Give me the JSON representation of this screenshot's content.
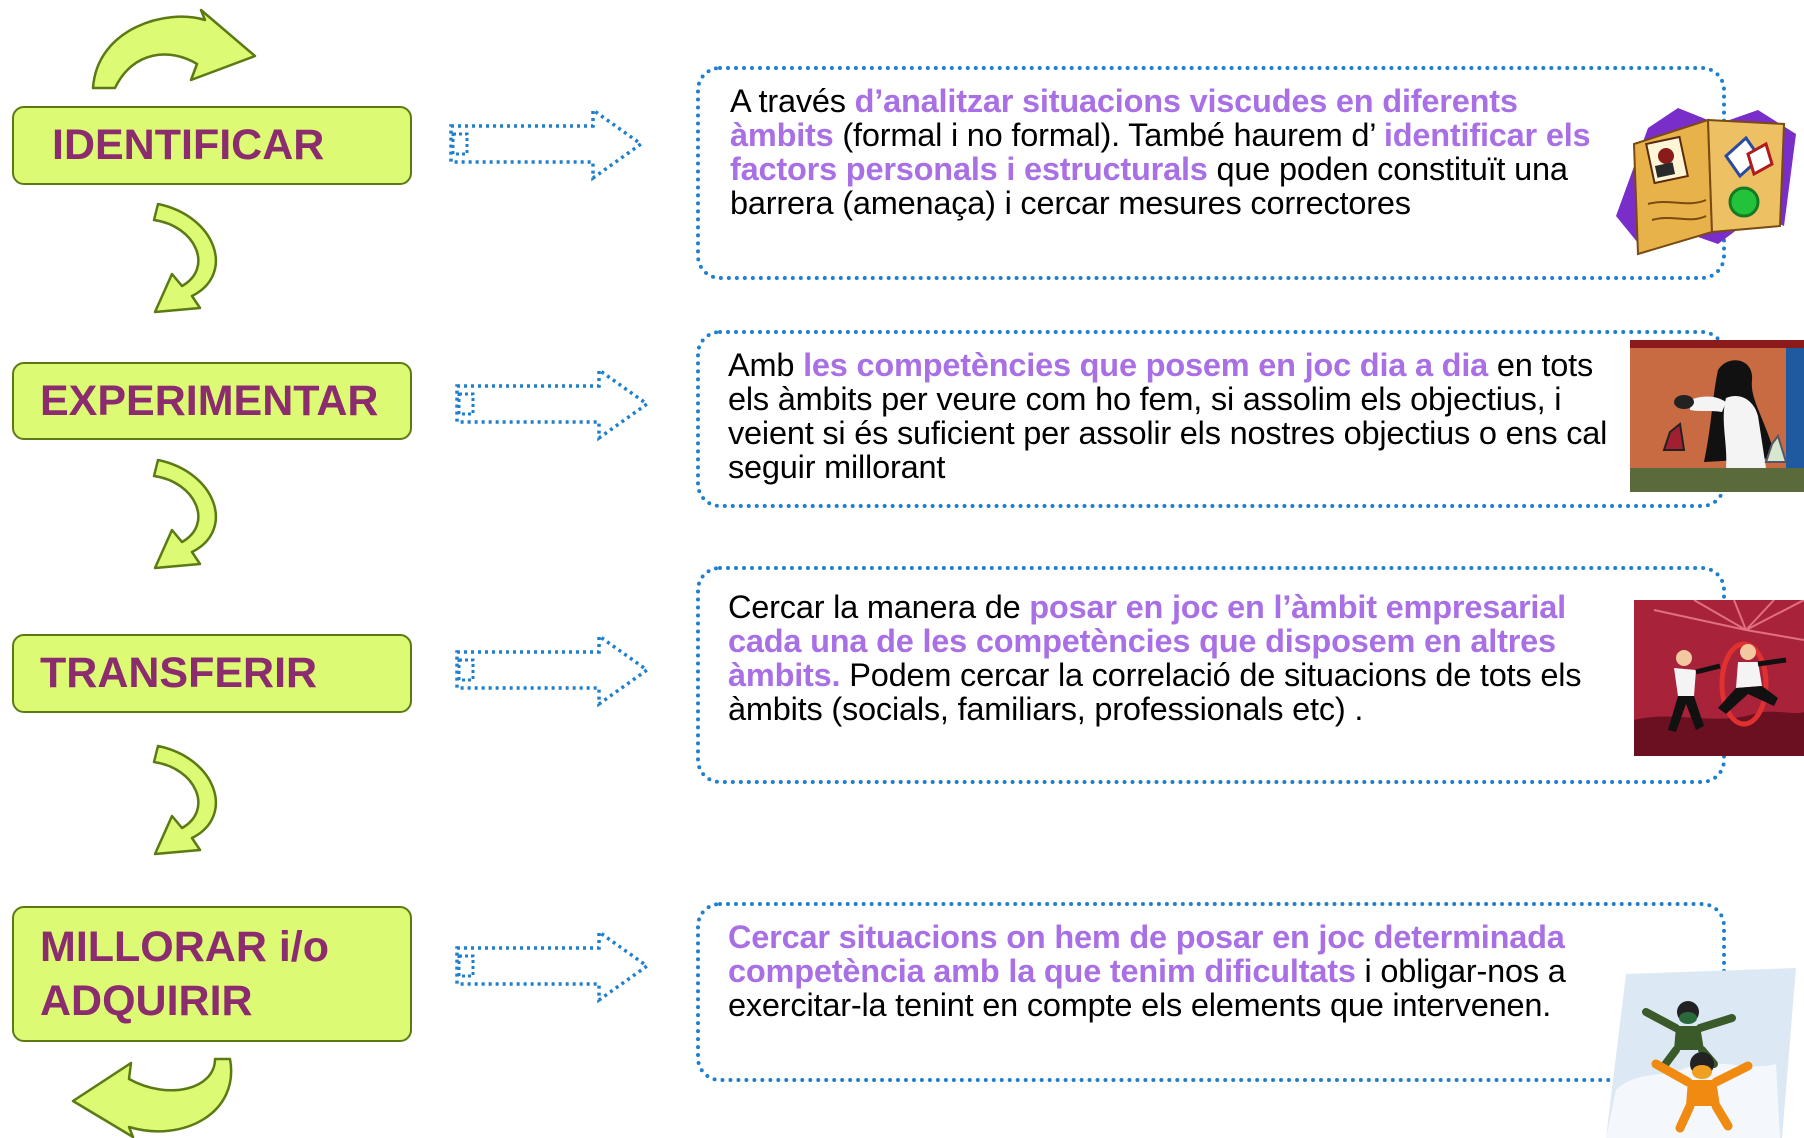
{
  "steps": [
    {
      "label": "IDENTIFICAR"
    },
    {
      "label": "EXPERIMENTAR"
    },
    {
      "label": "TRANSFERIR"
    },
    {
      "label_line1": "MILLORAR i/o",
      "label_line2": "ADQUIRIR"
    }
  ],
  "descriptions": [
    {
      "t1": "A través ",
      "h1": "d’analitzar situacions viscudes en diferents àmbits",
      "t2": " (formal i no formal). També haurem d’ ",
      "h2": "identificar els factors personals i estructurals",
      "t3": " que poden constituït una barrera (amenaça) i cercar mesures correctores"
    },
    {
      "t1": "Amb ",
      "h1": "les competències que posem en joc dia a dia",
      "t2": " en tots els àmbits per veure com ho fem, si assolim els objectius, i veient si és suficient per assolir els nostres objectius o ens cal seguir millorant"
    },
    {
      "t1": "Cercar la manera de ",
      "h1": "posar en joc en l’àmbit empresarial cada una de les competències que disposem en altres àmbits.",
      "t2": " Podem cercar la correlació de situacions de tots els àmbits (socials, familiars, professionals etc) ."
    },
    {
      "h1": "Cercar situacions on hem de posar en joc determinada competència amb la que tenim dificultats",
      "t2": " i obligar-nos a exercitar-la tenint en compte els elements que intervenen."
    }
  ],
  "icons": [
    "curved-arrow-icon",
    "dotted-right-arrow-icon",
    "book-clipart-icon",
    "scientists-clipart-icon",
    "business-leap-clipart-icon",
    "skydivers-clipart-icon"
  ],
  "colors": {
    "step_fill": "#dcfa74",
    "step_text": "#8b2c6e",
    "highlight": "#a970e6",
    "dotted_border": "#1f7fcf"
  }
}
